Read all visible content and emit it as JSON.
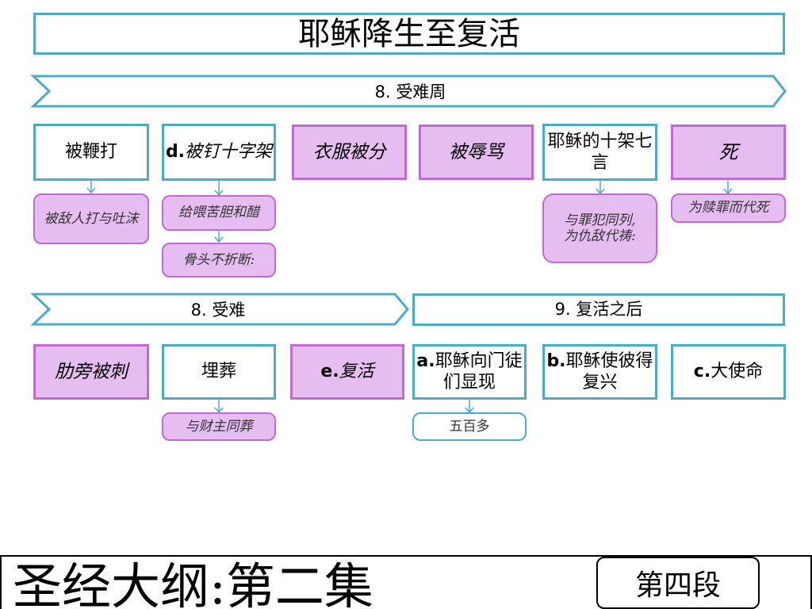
{
  "title": "耶稣降生至复活",
  "section_passion_week": "8. 受难周",
  "section_passion": "8. 受难",
  "section_after_resurrection": "9. 复活之后",
  "row1": {
    "b1": "被鞭打",
    "b2_prefix": "d.",
    "b2_text": "被钉十字架",
    "b3": "衣服被分",
    "b4": "被辱骂",
    "b5": "耶稣的十架七言",
    "b6": "死"
  },
  "row1_subs": {
    "s1": "被敌人打与吐沫",
    "s2a": "给喂苦胆和醋",
    "s2b": "骨头不折断:",
    "s5_line1": "与罪犯同列,",
    "s5_line2": "为仇敌代祷:",
    "s6": "为赎罪而代死"
  },
  "row2": {
    "b1": "肋旁被刺",
    "b2": "埋葬",
    "b3_prefix": "e.",
    "b3_text": "复活",
    "b4_prefix": "a.",
    "b4_text": "耶稣向门徒们显现",
    "b5_prefix": "b.",
    "b5_text": "耶稣使彼得复兴",
    "b6_prefix": "c.",
    "b6_text": "大使命"
  },
  "row2_subs": {
    "s2": "与财主同葬",
    "s4": "五百多"
  },
  "footer": {
    "series_title": "圣经大纲:第二集",
    "segment": "第四段"
  },
  "colors": {
    "accent_border": "#4bacc6",
    "highlight_fill": "#e6bdf0",
    "highlight_border": "#c06ad6"
  }
}
